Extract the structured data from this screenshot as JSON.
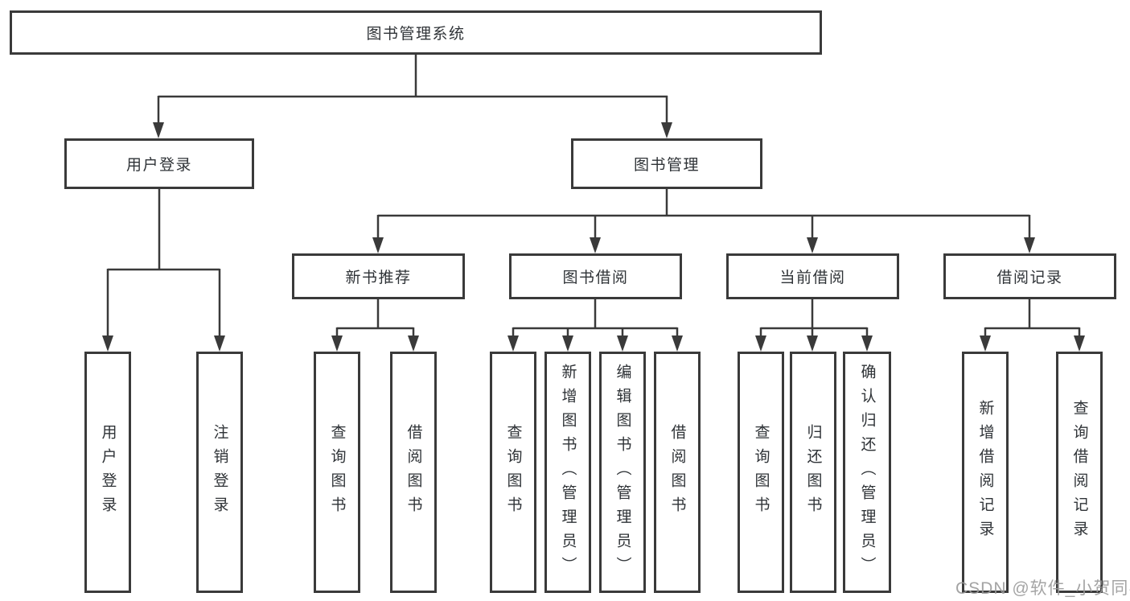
{
  "diagram": {
    "watermark": "CSDN @软件_小贺同学",
    "colors": {
      "line": "#3a3a3a",
      "box_border": "#3a3a3a",
      "text": "#2f3337",
      "watermark": "#9a9a9a",
      "background": "#ffffff"
    },
    "tree": {
      "label": "图书管理系统",
      "children": [
        {
          "label": "用户登录",
          "children": [
            {
              "label": "用户登录"
            },
            {
              "label": "注销登录"
            }
          ]
        },
        {
          "label": "图书管理",
          "children": [
            {
              "label": "新书推荐",
              "children": [
                {
                  "label": "查询图书"
                },
                {
                  "label": "借阅图书"
                }
              ]
            },
            {
              "label": "图书借阅",
              "children": [
                {
                  "label": "查询图书"
                },
                {
                  "label": "新增图书（管理员）"
                },
                {
                  "label": "编辑图书（管理员）"
                },
                {
                  "label": "借阅图书"
                }
              ]
            },
            {
              "label": "当前借阅",
              "children": [
                {
                  "label": "查询图书"
                },
                {
                  "label": "归还图书"
                },
                {
                  "label": "确认归还（管理员）"
                }
              ]
            },
            {
              "label": "借阅记录",
              "children": [
                {
                  "label": "新增借阅记录"
                },
                {
                  "label": "查询借阅记录"
                }
              ]
            }
          ]
        }
      ]
    }
  }
}
